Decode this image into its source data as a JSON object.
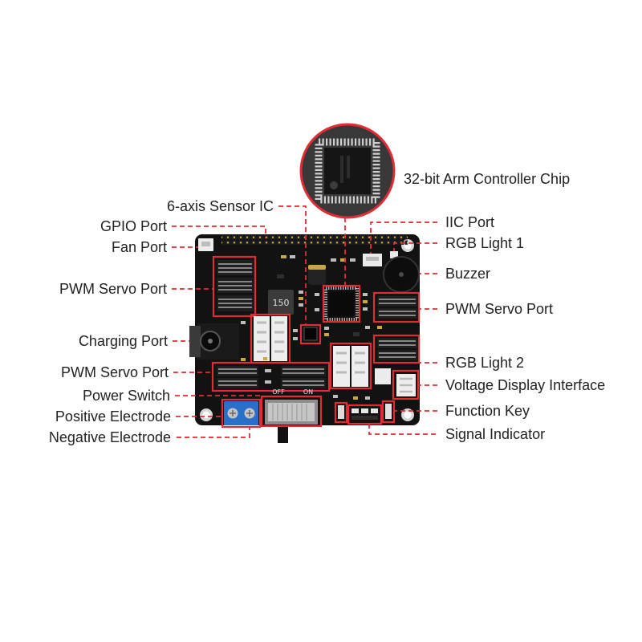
{
  "colors": {
    "callout_red": "#e02d35",
    "board": "#121212",
    "label_text": "#222222",
    "terminal_block": "#2a6fc9"
  },
  "zoom": {
    "label": "32-bit Arm Controller Chip"
  },
  "labels": {
    "left": {
      "sensor_ic": "6-axis Sensor IC",
      "gpio": "GPIO Port",
      "fan": "Fan Port",
      "pwm_left": "PWM Servo Port",
      "charging": "Charging Port",
      "pwm_bottom": "PWM Servo Port",
      "power_switch": "Power Switch",
      "positive": "Positive Electrode",
      "negative": "Negative Electrode"
    },
    "right": {
      "iic": "IIC Port",
      "rgb1": "RGB Light 1",
      "buzzer": "Buzzer",
      "pwm_right": "PWM Servo Port",
      "rgb2": "RGB Light 2",
      "voltage": "Voltage Display Interface",
      "function_key": "Function Key",
      "signal": "Signal Indicator"
    }
  },
  "board_markings": {
    "inductor": "150",
    "switch_off": "OFF",
    "switch_on": "ON"
  }
}
